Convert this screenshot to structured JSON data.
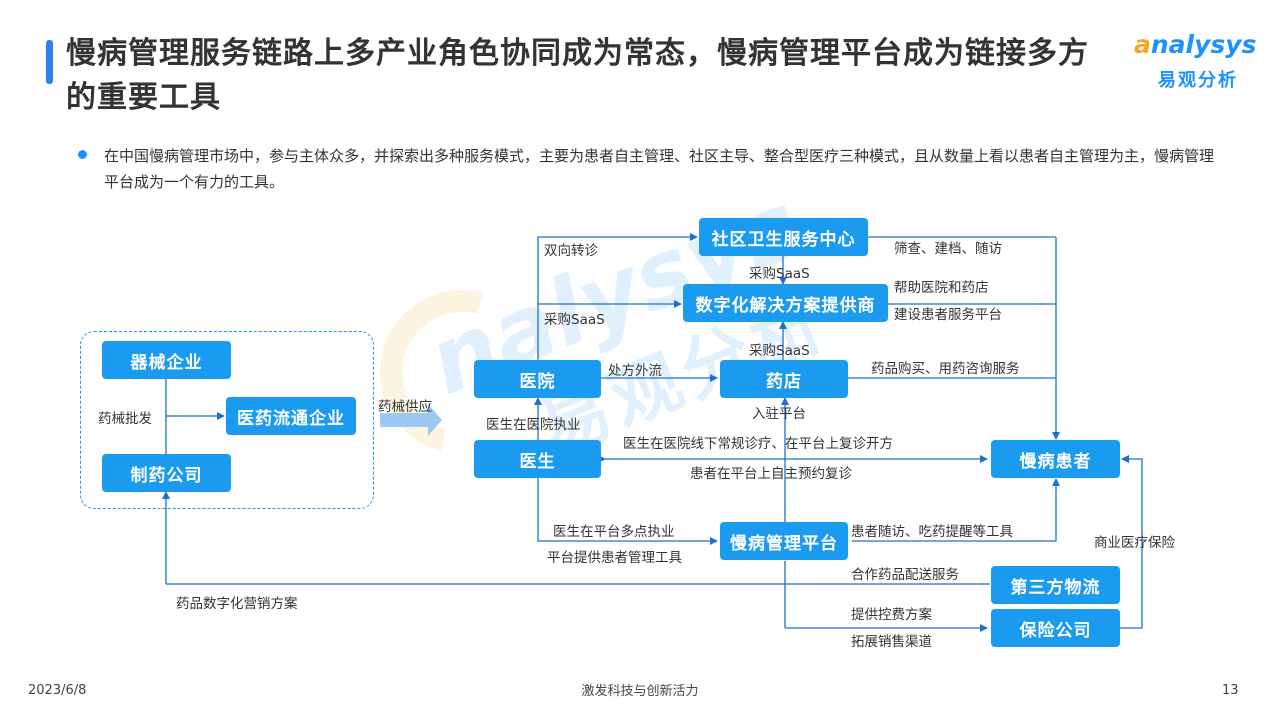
{
  "title": "慢病管理服务链路上多产业角色协同成为常态，慢病管理平台成为链接多方的重要工具",
  "logo": {
    "en_a": "a",
    "en_rest": "nalysys",
    "cn": "易观分析"
  },
  "bullet": "在中国慢病管理市场中，参与主体众多，并探索出多种服务模式，主要为患者自主管理、社区主导、整合型医疗三种模式，且从数量上看以患者自主管理为主，慢病管理平台成为一个有力的工具。",
  "nodes": {
    "qixie": "器械企业",
    "liutong": "医药流通企业",
    "zhiyao": "制药公司",
    "shequ": "社区卫生服务中心",
    "shuzihua": "数字化解决方案提供商",
    "yiyuan": "医院",
    "yaodian": "药店",
    "yisheng": "医生",
    "huanzhe": "慢病患者",
    "pingtai": "慢病管理平台",
    "wuliu": "第三方物流",
    "baoxian": "保险公司"
  },
  "labels": {
    "yaoxie_pifa": "药械批发",
    "yaoxie_gongying": "药械供应",
    "shuangxiang": "双向转诊",
    "caigou1": "采购SaaS",
    "caigou2": "采购SaaS",
    "caigou3": "采购SaaS",
    "shaicha": "筛查、建档、随访",
    "bangzhu": "帮助医院和药店",
    "jianshe": "建设患者服务平台",
    "chufang": "处方外流",
    "goumai": "药品购买、用药咨询服务",
    "ruzhu": "入驻平台",
    "zhiye": "医生在医院执业",
    "xianxia": "医生在医院线下常规诊疗、在平台上复诊开方",
    "yuyue": "患者在平台上自主预约复诊",
    "duodian": "医生在平台多点执业",
    "guanli": "平台提供患者管理工具",
    "suifang": "患者随访、吃药提醒等工具",
    "peisong": "合作药品配送服务",
    "yingxiao": "药品数字化营销方案",
    "kongfei": "提供控费方案",
    "qudao": "拓展销售渠道",
    "shangye": "商业医疗保险"
  },
  "footer": {
    "date": "2023/6/8",
    "center": "激发科技与创新活力",
    "page": "13"
  },
  "colors": {
    "node": "#1a9bf0",
    "line": "#1e6fd0",
    "accent": "#f5a623"
  }
}
